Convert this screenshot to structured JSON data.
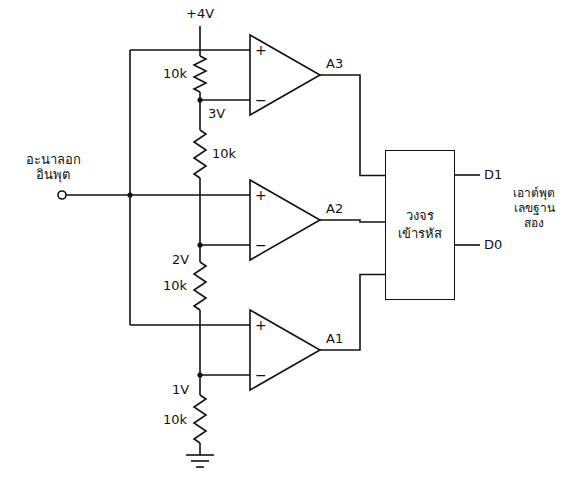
{
  "diagram": {
    "nodes": [
      {
        "text": [
          "+",
          "−"
        ]
      },
      {
        "text": [
          "+",
          "−"
        ]
      },
      {
        "text": [
          "+",
          "−"
        ]
      },
      {
        "text": [
          "วงจร เข้ารหัส"
        ]
      }
    ],
    "edges": [
      {
        "from": 0,
        "to": 3,
        "arrow": "none",
        "label": "A3"
      },
      {
        "from": 1,
        "to": 3,
        "arrow": "none",
        "label": "A2"
      },
      {
        "from": 2,
        "to": 3,
        "arrow": "none",
        "label": "A1"
      }
    ],
    "labels": [
      "+4V",
      "10k",
      "3V",
      "10k",
      "อะนาลอก อินพุต",
      "2V",
      "10k",
      "1V",
      "10k",
      "D1",
      "D0",
      "เอาต์พุต เลขฐานสอง"
    ]
  }
}
